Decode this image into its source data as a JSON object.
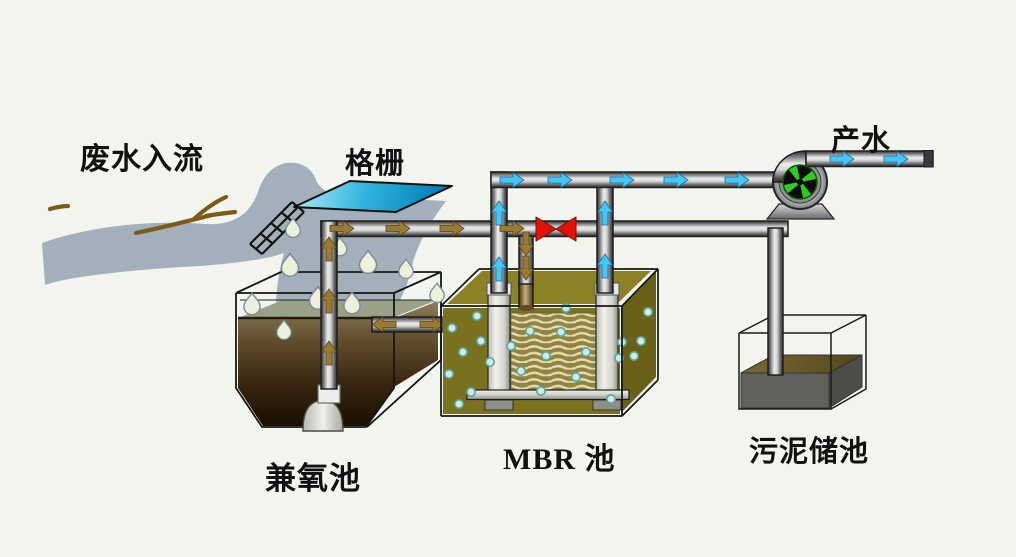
{
  "labels": {
    "influent": "废水入流",
    "bar_screen": "格栅",
    "product_water": "产水",
    "facultative_tank": "兼氧池",
    "mbr_tank": "MBR 池",
    "sludge_tank": "污泥储池"
  },
  "colors": {
    "background": "#f1f5ee",
    "stream": "#a3afba",
    "screen_plate_light": "#a8e8f5",
    "screen_plate_dark": "#0782b8",
    "flow_arrow_blue": "#45c6f4",
    "flow_arrow_brown": "#9a7b33",
    "valve_red": "#e41208",
    "pump_impeller_green": "#2ecc1e",
    "facultative_liquid_dark": "#190e02",
    "mbr_liquid": "#7b7220",
    "sludge_front": "#60605c",
    "membrane_line": "#e6dcb4"
  }
}
